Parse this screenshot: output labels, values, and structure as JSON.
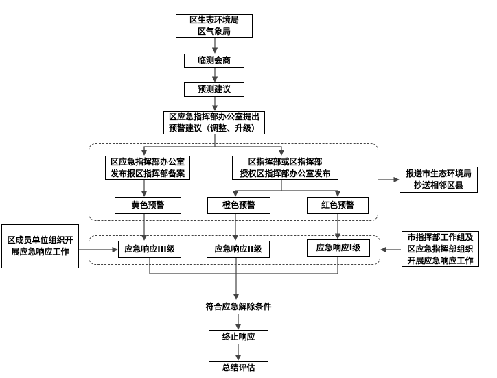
{
  "nodes": {
    "agencies": "区生态环境局\n区气象局",
    "consult": "临测会商",
    "forecast_suggest": "预测建议",
    "office_propose": "区应急指挥部办公室提出\n预警建议（调整、升级）",
    "office_publish": "区应急指挥部办公室\n发布报区指挥部备案",
    "hq_authorize": "区指挥部或区指挥部\n授权区指挥部办公室发布",
    "report_city": "报送市生态环境局\n抄送相邻区县",
    "yellow": "黄色预警",
    "orange": "橙色预警",
    "red": "红色预警",
    "units_respond": "区成员单位组织开\n展应急响应工作",
    "resp3": "应急响应III级",
    "resp2": "应急响应II级",
    "resp1": "应急响应I级",
    "city_hq": "市指挥部工作组及\n区应急指挥部组织\n开展应急响应工作",
    "lift": "符合应急解除条件",
    "stop": "终止响应",
    "evaluate": "总结评估"
  },
  "colors": {
    "line": "#444444",
    "border": "#000000"
  }
}
